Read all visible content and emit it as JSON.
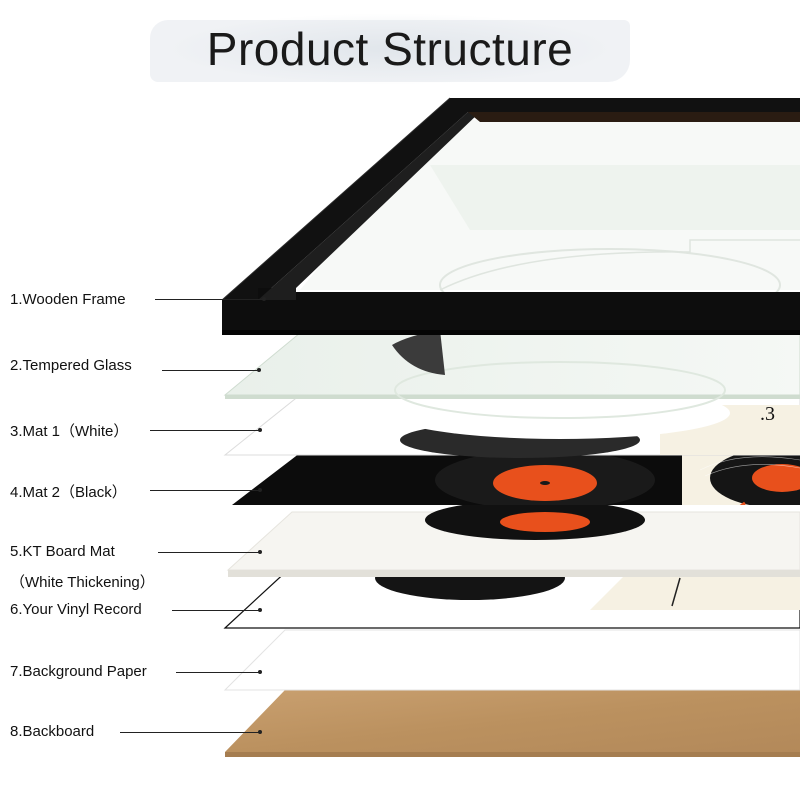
{
  "title": "Product Structure",
  "layers": [
    {
      "id": "wooden-frame",
      "lines": [
        "1.Wooden Frame"
      ]
    },
    {
      "id": "tempered-glass",
      "lines": [
        "2.Tempered Glass"
      ]
    },
    {
      "id": "mat-1",
      "lines": [
        "3.Mat 1（White）"
      ]
    },
    {
      "id": "mat-2",
      "lines": [
        "4.Mat 2（Black）"
      ]
    },
    {
      "id": "kt-board-mat",
      "lines": [
        "5.KT Board Mat",
        "（White Thickening）"
      ]
    },
    {
      "id": "vinyl-record",
      "lines": [
        "6.Your Vinyl Record"
      ]
    },
    {
      "id": "background-paper",
      "lines": [
        "7.Background Paper"
      ]
    },
    {
      "id": "backboard",
      "lines": [
        "8.Backboard"
      ]
    }
  ],
  "colors": {
    "frame": "#111111",
    "glass": "#eef3ef",
    "mat_white": "#ffffff",
    "mat_black": "#0c0c0c",
    "kt_board": "#f6f5f1",
    "record_black": "#141414",
    "record_label": "#e8501c",
    "poster_cream": "#f6f1e3",
    "backboard": "#c49a6c"
  }
}
